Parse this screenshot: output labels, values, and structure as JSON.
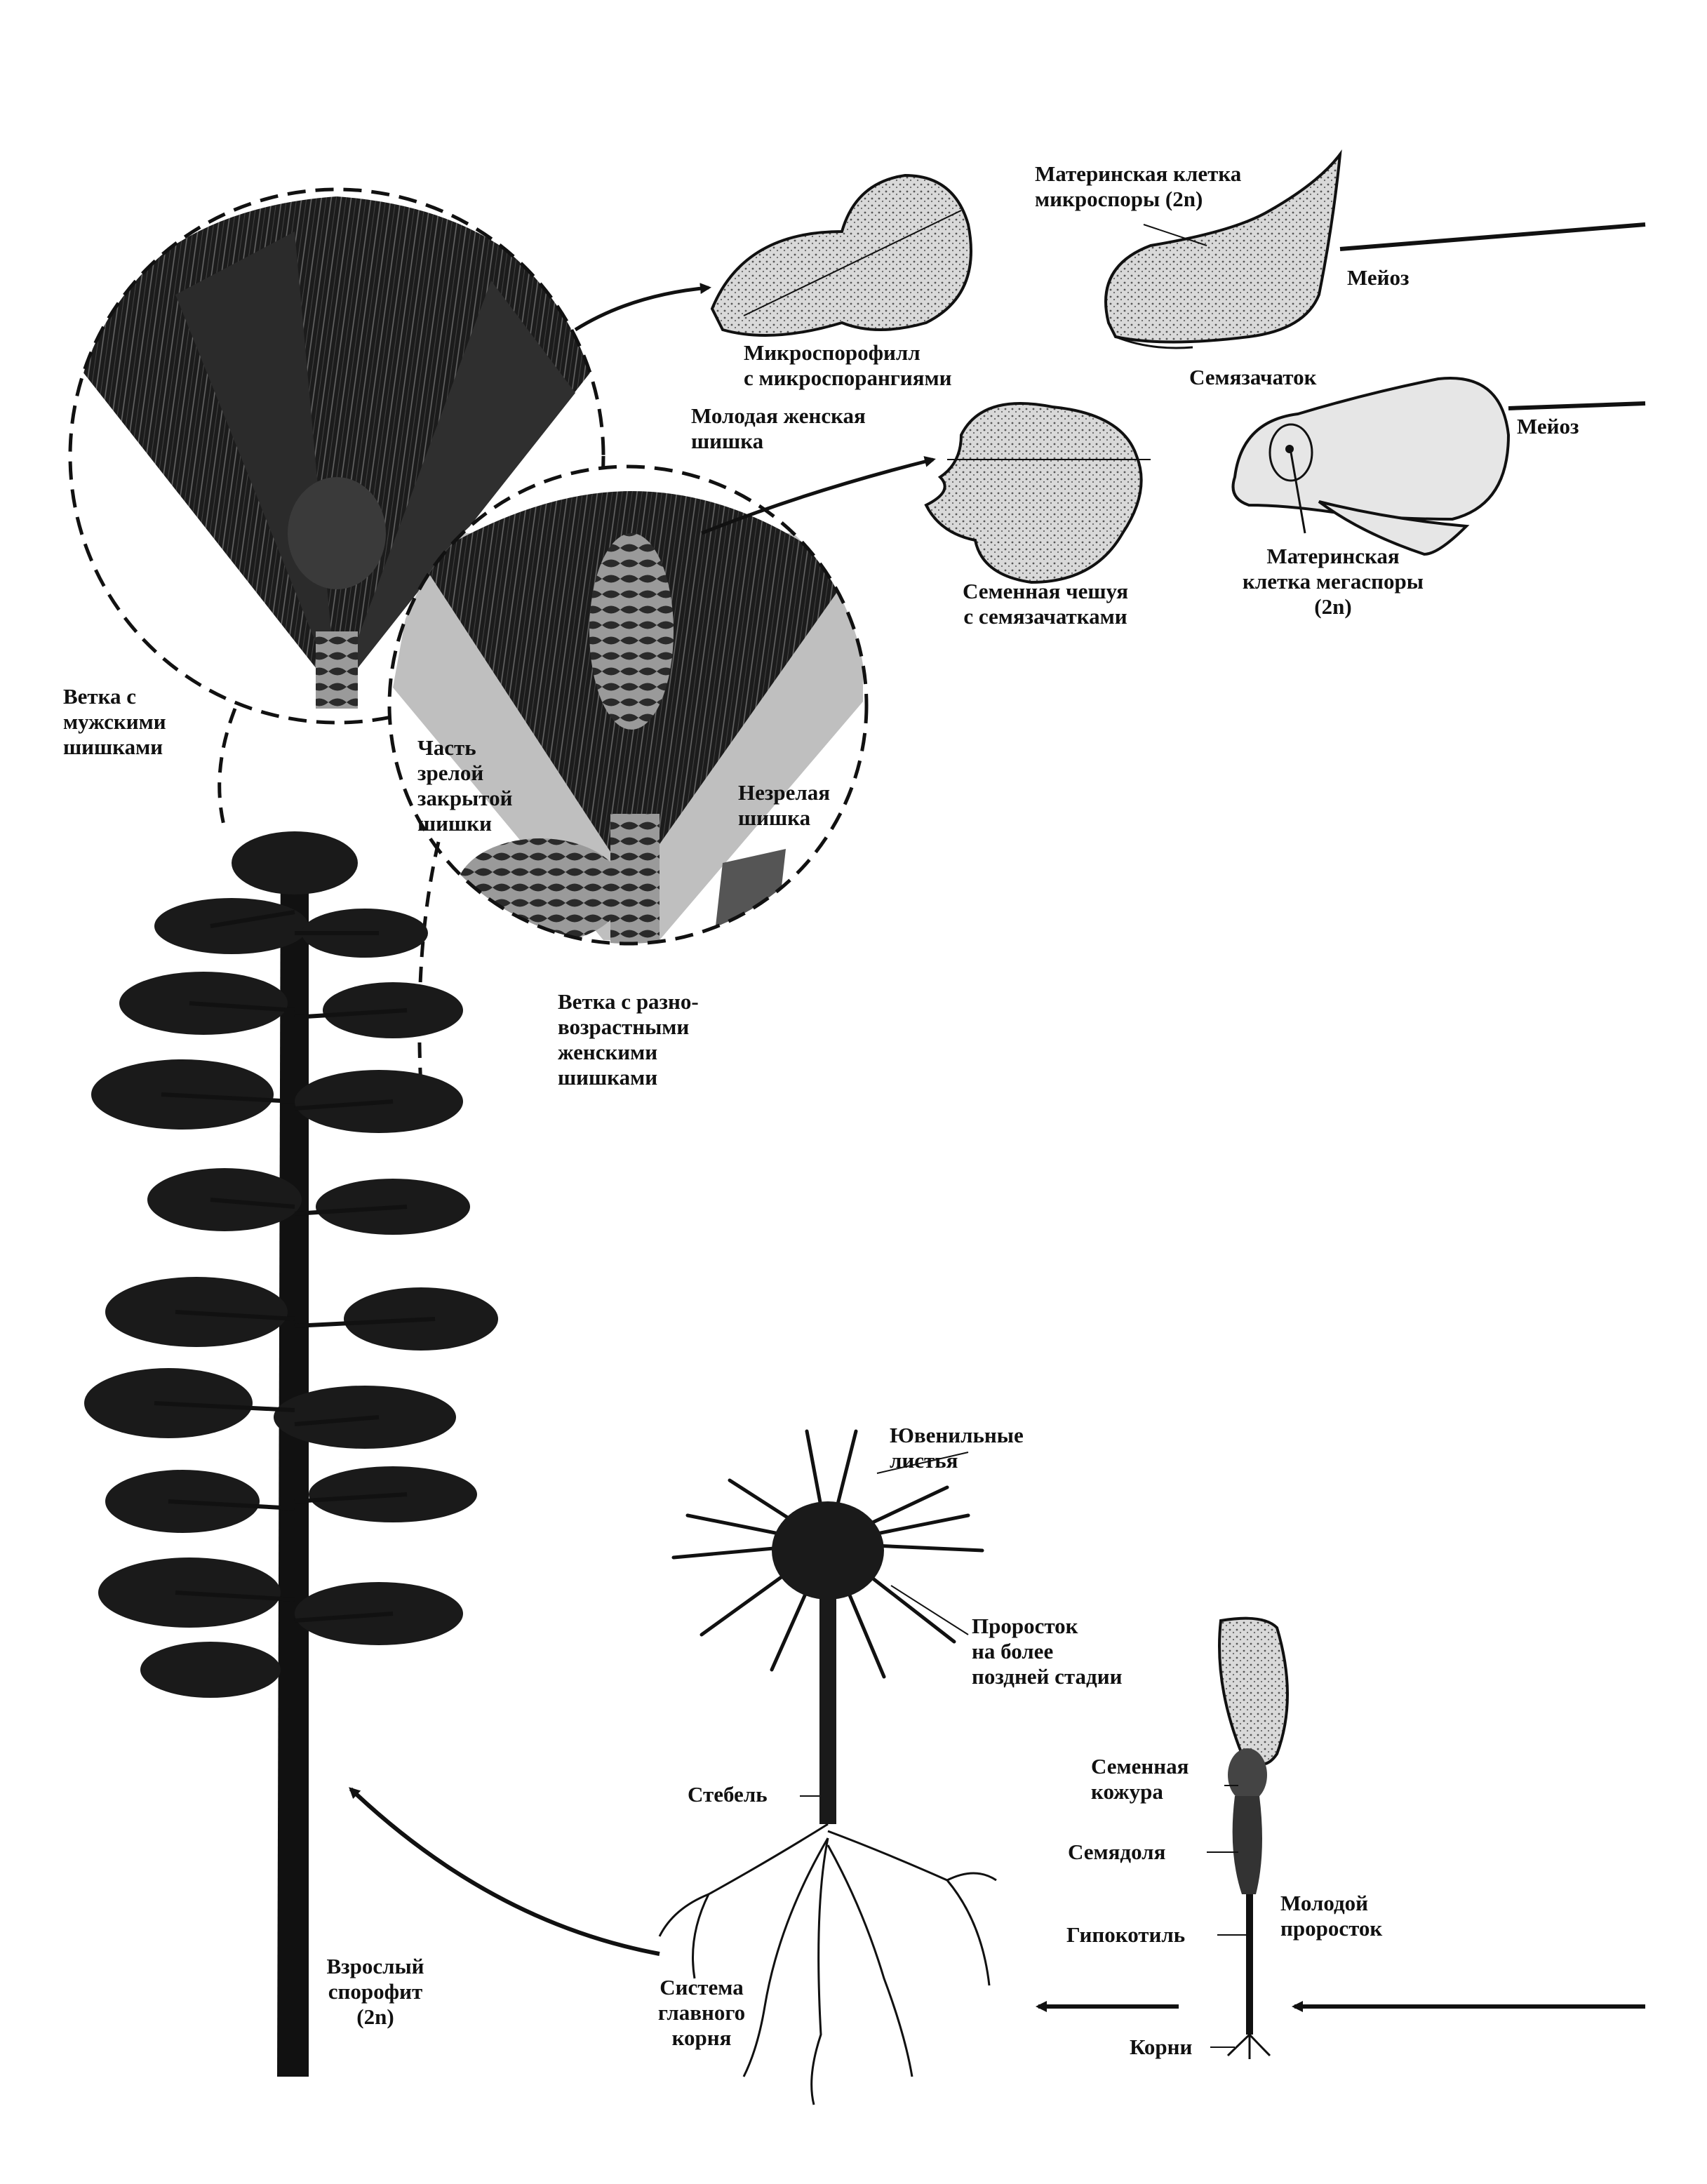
{
  "labels": {
    "microsporocyte": [
      "Материнская клетка",
      "микроспоры (2n)"
    ],
    "meiosis_top": "Мейоз",
    "microsporophyll": [
      "Микроспорофилл",
      "с микроспорангиями"
    ],
    "ovule": "Семязачаток",
    "meiosis_mid": "Мейоз",
    "young_female_cone": [
      "Молодая женская",
      "шишка"
    ],
    "seed_scale": [
      "Семенная чешуя",
      "с семязачатками"
    ],
    "megasporocyte": [
      "Материнская",
      "клетка мегаспоры",
      "(2n)"
    ],
    "male_branch": [
      "Ветка с",
      "мужскими",
      "шишками"
    ],
    "mature_cone": [
      "Часть",
      "зрелой",
      "закрытой",
      "шишки"
    ],
    "immature_cone": [
      "Незрелая",
      "шишка"
    ],
    "female_branch": [
      "Ветка с разно-",
      "возрастными",
      "женскими",
      "шишками"
    ],
    "juvenile_leaves": [
      "Ювенильные",
      "листья"
    ],
    "late_seedling": [
      "Проросток",
      "на более",
      "поздней стадии"
    ],
    "stem": "Стебель",
    "seed_coat": [
      "Семенная",
      "кожура"
    ],
    "cotyledon": "Семядоля",
    "hypocotyl": "Гипокотиль",
    "young_seedling": [
      "Молодой",
      "проросток"
    ],
    "adult_sporophyte": [
      "Взрослый",
      "спорофит",
      "(2n)"
    ],
    "taproot": [
      "Система",
      "главного",
      "корня"
    ],
    "roots": "Корни"
  },
  "colors": {
    "ink": "#111111",
    "dark_foliage": "#1a1a1a",
    "stipple_fill": "#cfcfcf",
    "light_fill": "#e6e6e6"
  }
}
